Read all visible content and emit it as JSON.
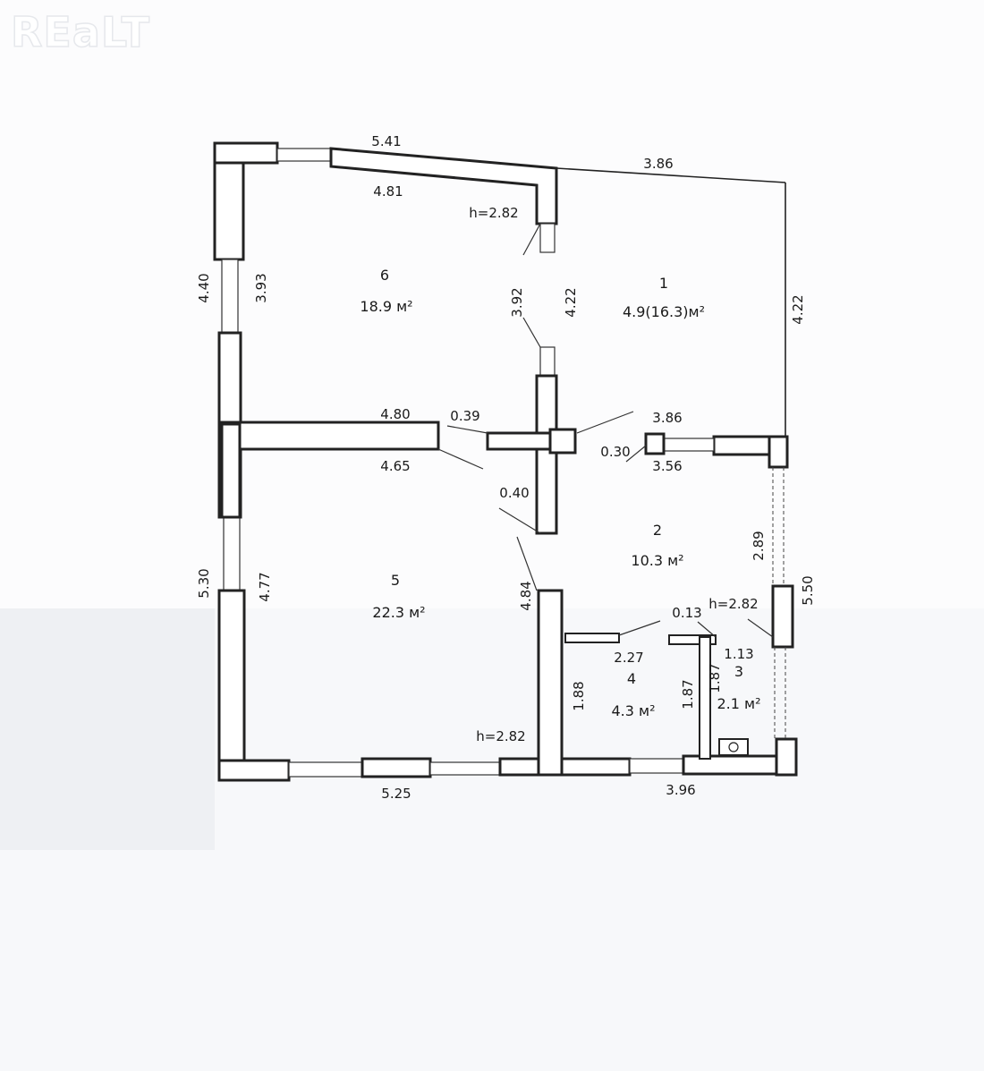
{
  "watermark": "REaLT",
  "rooms": [
    {
      "number": "6",
      "area": "18.9 м²"
    },
    {
      "number": "1",
      "area": "4.9(16.3)м²"
    },
    {
      "number": "5",
      "area": "22.3 м²"
    },
    {
      "number": "2",
      "area": "10.3 м²"
    },
    {
      "number": "4",
      "area": "4.3 м²"
    },
    {
      "number": "3",
      "area": "2.1 м²"
    }
  ],
  "heights": {
    "top": "h=2.82",
    "bottom": "h=2.82",
    "right": "h=2.82"
  },
  "dimensions": {
    "top_outer_left": "5.41",
    "top_inner_left": "4.81",
    "top_right": "3.86",
    "left_outer_top": "4.40",
    "left_inner_top": "3.93",
    "partition_6_1_a": "3.92",
    "partition_6_1_b": "4.22",
    "right_outer_top": "4.22",
    "mid_wall_top": "4.80",
    "mid_wall_bottom": "4.65",
    "mid_thickness_a": "0.39",
    "mid_thickness_b": "0.40",
    "room2_top_outer": "3.86",
    "room2_top_inner": "3.56",
    "room2_wall": "0.30",
    "right_inner_mid": "2.89",
    "right_outer_bottom": "5.50",
    "left_outer_bottom": "5.30",
    "left_inner_bottom": "4.77",
    "partition_5_2": "4.84",
    "room4_width": "2.27",
    "room4_height_a": "1.88",
    "room4_height_b": "1.87",
    "room3_wall": "0.13",
    "room3_width": "1.13",
    "room3_height": "1.87",
    "bottom_left": "5.25",
    "bottom_right": "3.96"
  }
}
